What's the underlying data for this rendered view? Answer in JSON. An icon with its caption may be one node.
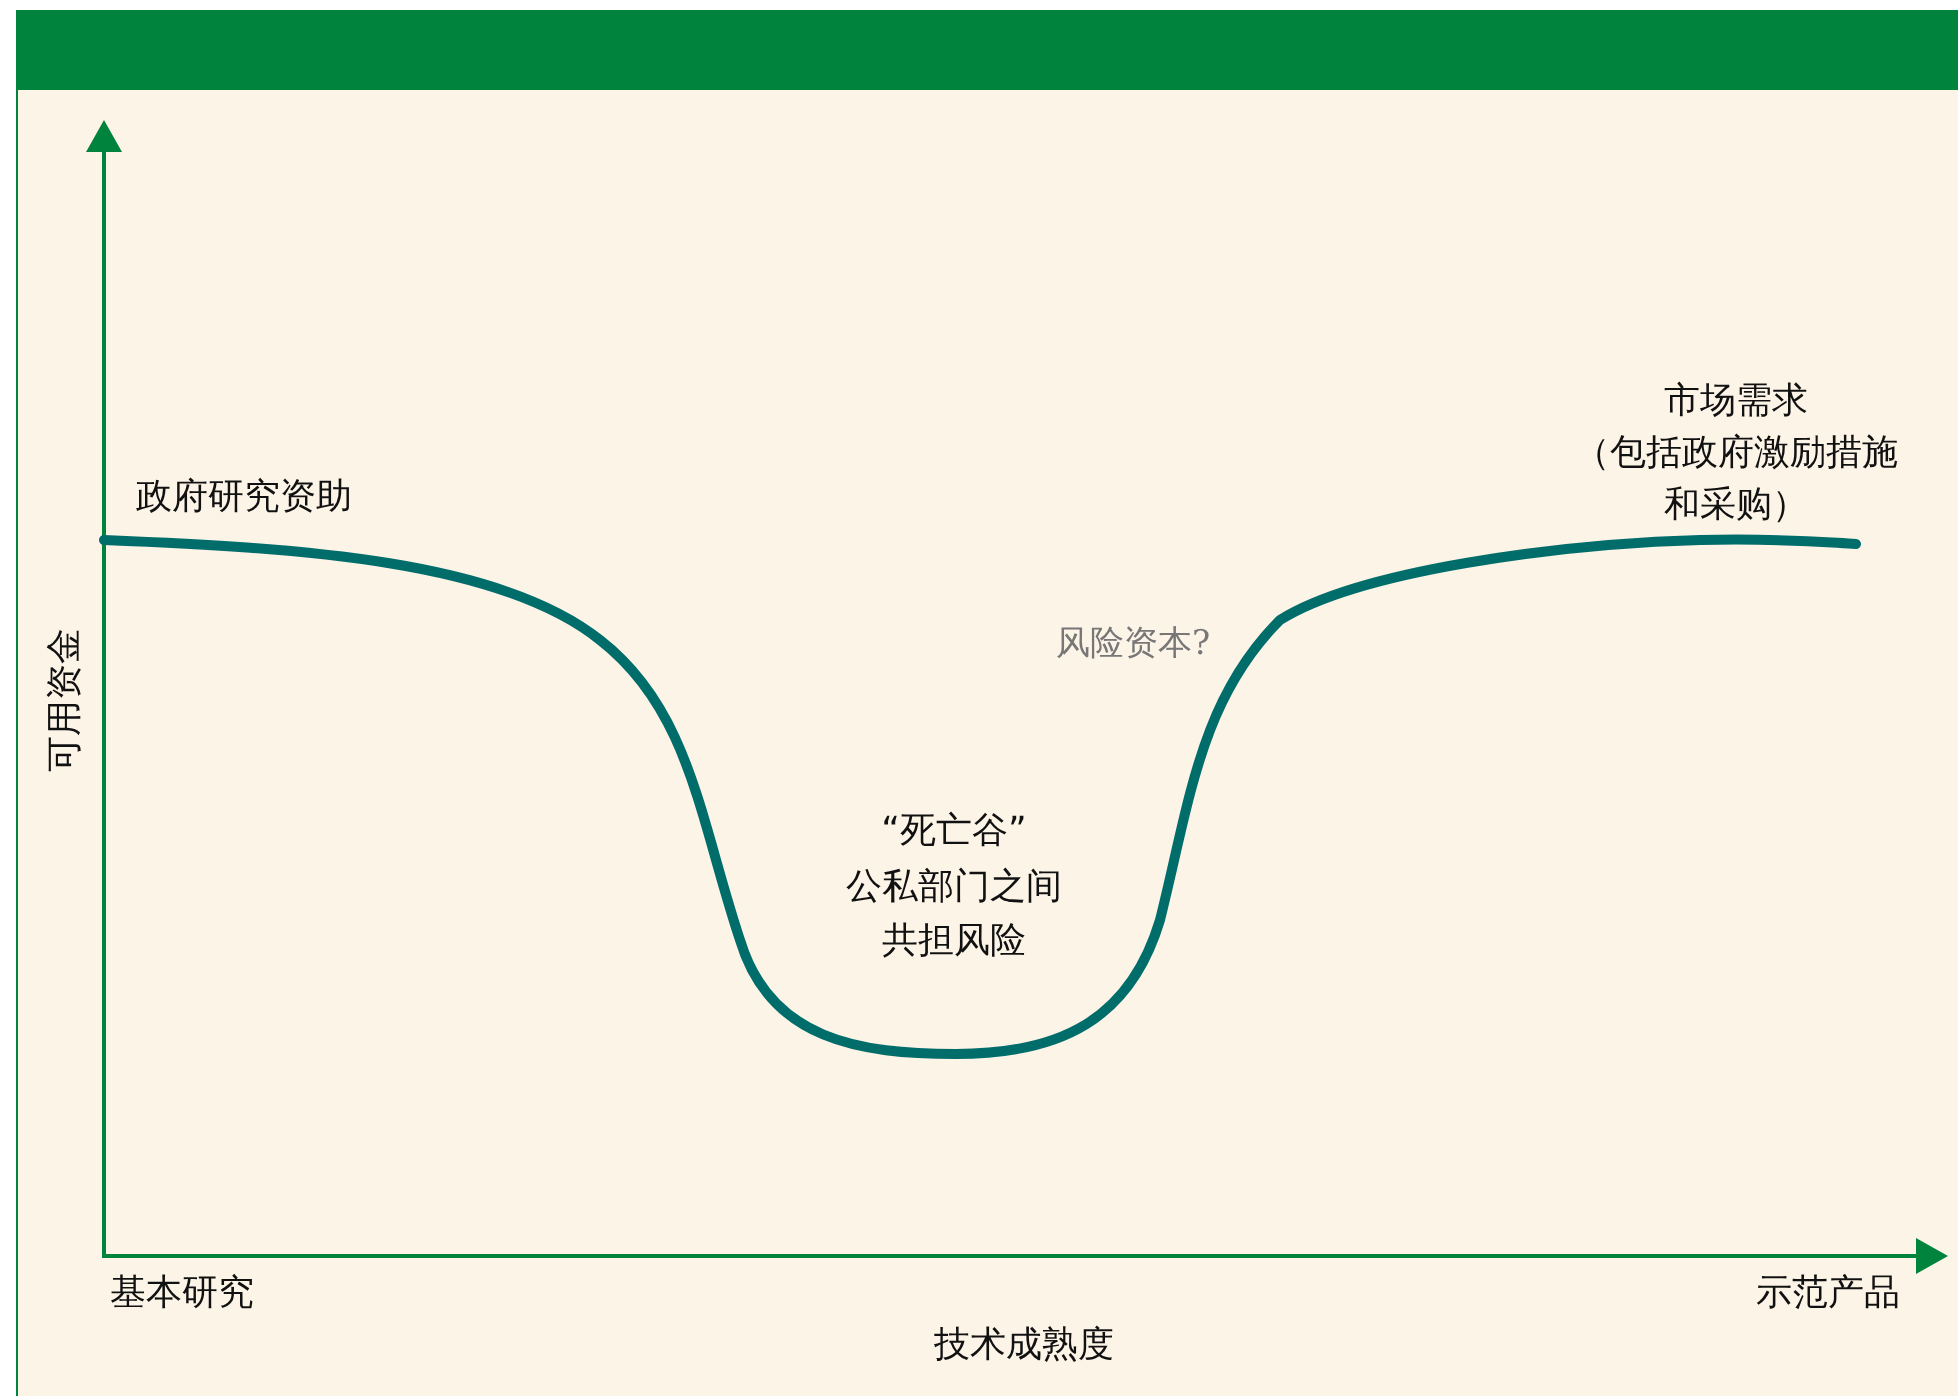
{
  "diagram": {
    "labels": [
      "市场需求",
      "（包括政府激励措施和采购）",
      "政府研究资助",
      "风险资本?",
      "“死亡谷”",
      "公私部门之间共担风险",
      "可用资金",
      "基本研究",
      "示范产品",
      "技术成熟度"
    ]
  }
}
